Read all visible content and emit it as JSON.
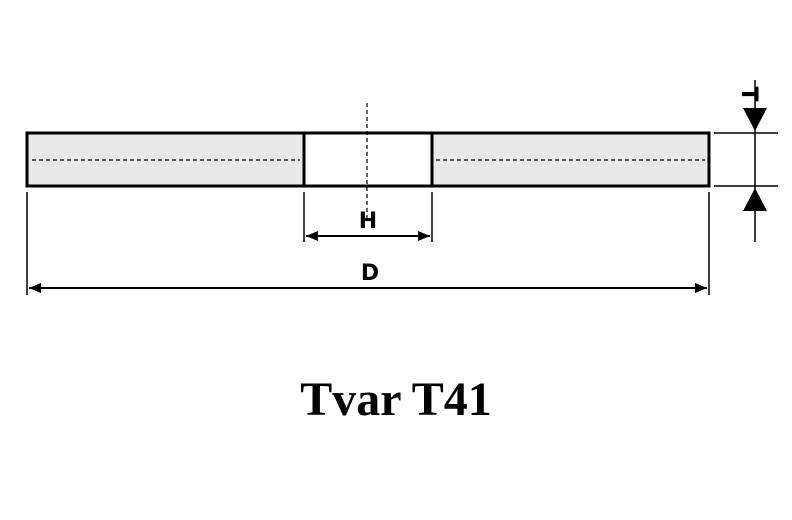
{
  "diagram": {
    "dimensions": {
      "outer_diameter_label": "D",
      "bore_diameter_label": "H",
      "thickness_label": "T"
    },
    "caption": "Tvar T41",
    "colors": {
      "wheel_fill": "#e9e9e9",
      "line": "#000000",
      "background": "#ffffff"
    }
  }
}
